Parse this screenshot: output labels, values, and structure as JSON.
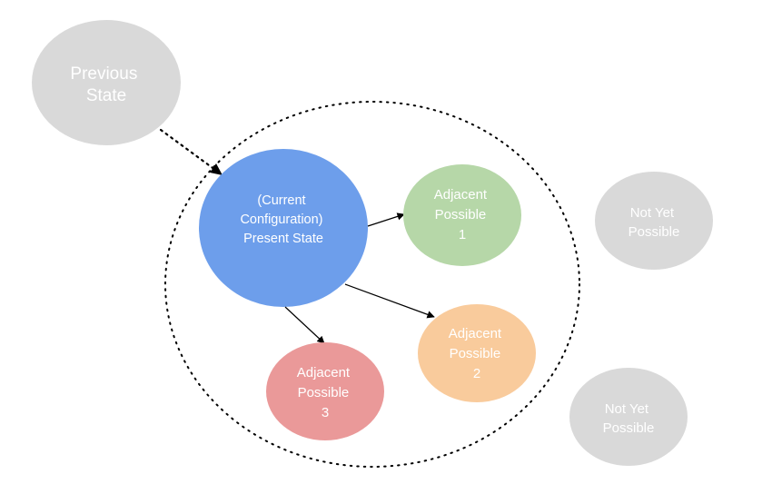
{
  "colors": {
    "previous_state": "#d9d9d9",
    "present_state": "#6d9eeb",
    "adjacent_1": "#b6d7a8",
    "adjacent_2": "#f9cb9c",
    "adjacent_3": "#ea9999",
    "not_yet": "#d9d9d9",
    "light_text": "#ffffff",
    "dark_text": "#ffffff",
    "arrow": "#000000"
  },
  "nodes": {
    "previous_state": {
      "lines": [
        "Previous",
        "State"
      ]
    },
    "present_state": {
      "lines": [
        "(Current",
        "Configuration)",
        "Present State"
      ]
    },
    "adjacent_1": {
      "lines": [
        "Adjacent",
        "Possible",
        "1"
      ]
    },
    "adjacent_2": {
      "lines": [
        "Adjacent",
        "Possible",
        "2"
      ]
    },
    "adjacent_3": {
      "lines": [
        "Adjacent",
        "Possible",
        "3"
      ]
    },
    "not_yet_1": {
      "lines": [
        "Not Yet",
        "Possible"
      ]
    },
    "not_yet_2": {
      "lines": [
        "Not Yet",
        "Possible"
      ]
    }
  }
}
